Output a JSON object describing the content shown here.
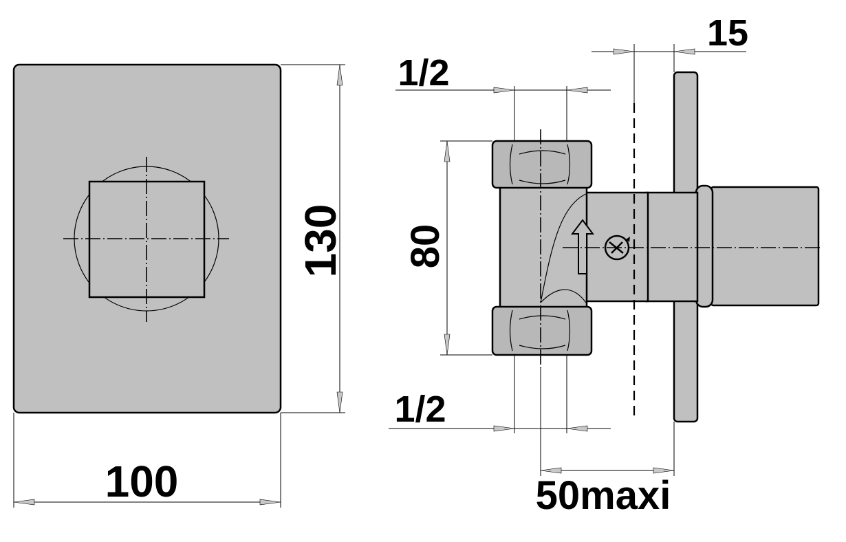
{
  "dimensions": {
    "width": "100",
    "height": "130",
    "connection_top": "1/2",
    "connection_bottom": "1/2",
    "body_height": "80",
    "plate_thickness": "15",
    "depth": "50maxi"
  },
  "colors": {
    "part_fill": "#c0c0c0",
    "outline": "#000000",
    "background": "#ffffff"
  },
  "icons": {
    "flow_arrow": "up-arrow-icon",
    "rotation_symbol": "circular-arrow-icon"
  }
}
